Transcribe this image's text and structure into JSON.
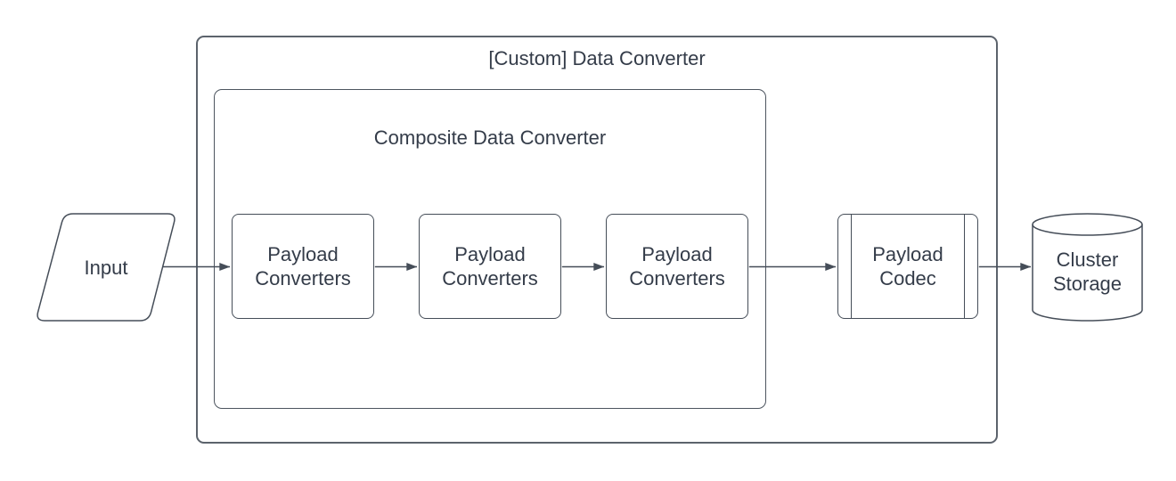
{
  "colors": {
    "canvas_background": "#ffffff",
    "shape_stroke": "#454d58",
    "container_stroke": "#5c636c",
    "text": "#343c49"
  },
  "diagram": {
    "outer_container": {
      "title": "[Custom] Data Converter"
    },
    "composite_container": {
      "title": "Composite Data Converter"
    },
    "nodes": {
      "input": {
        "label": "Input",
        "shape": "parallelogram"
      },
      "payload_converter_1": {
        "label": "Payload Converters",
        "shape": "rounded-rectangle"
      },
      "payload_converter_2": {
        "label": "Payload Converters",
        "shape": "rounded-rectangle"
      },
      "payload_converter_3": {
        "label": "Payload Converters",
        "shape": "rounded-rectangle"
      },
      "payload_codec": {
        "label": "Payload Codec",
        "shape": "predefined-process"
      },
      "cluster_storage": {
        "label": "Cluster Storage",
        "shape": "cylinder"
      }
    },
    "edges": [
      {
        "from": "input",
        "to": "payload_converter_1"
      },
      {
        "from": "payload_converter_1",
        "to": "payload_converter_2"
      },
      {
        "from": "payload_converter_2",
        "to": "payload_converter_3"
      },
      {
        "from": "payload_converter_3",
        "to": "payload_codec"
      },
      {
        "from": "payload_codec",
        "to": "cluster_storage"
      }
    ]
  }
}
